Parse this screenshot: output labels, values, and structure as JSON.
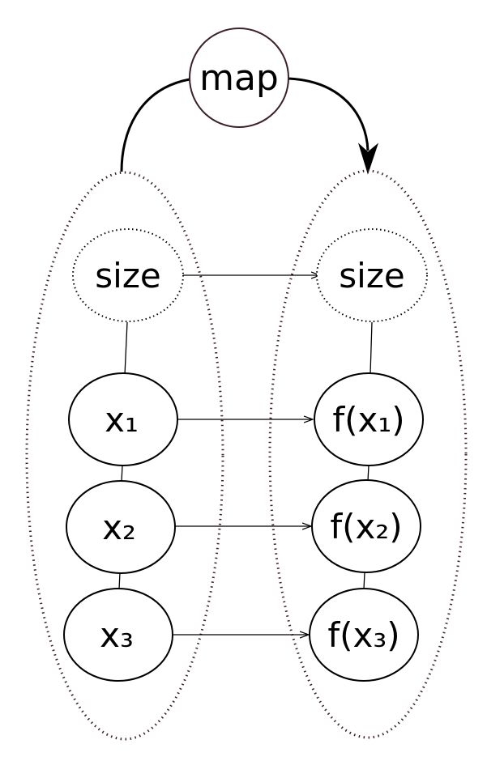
{
  "colors": {
    "stroke": "#000000",
    "dotted_outline": "#3b2226",
    "map_circle": "#3b2226",
    "background": "#ffffff"
  },
  "map": {
    "label": "map"
  },
  "input": {
    "size_label": "size",
    "elements": [
      {
        "label": "x₁"
      },
      {
        "label": "x₂"
      },
      {
        "label": "x₃"
      }
    ]
  },
  "output": {
    "size_label": "size",
    "elements": [
      {
        "label": "f(x₁)"
      },
      {
        "label": "f(x₂)"
      },
      {
        "label": "f(x₃)"
      }
    ]
  }
}
